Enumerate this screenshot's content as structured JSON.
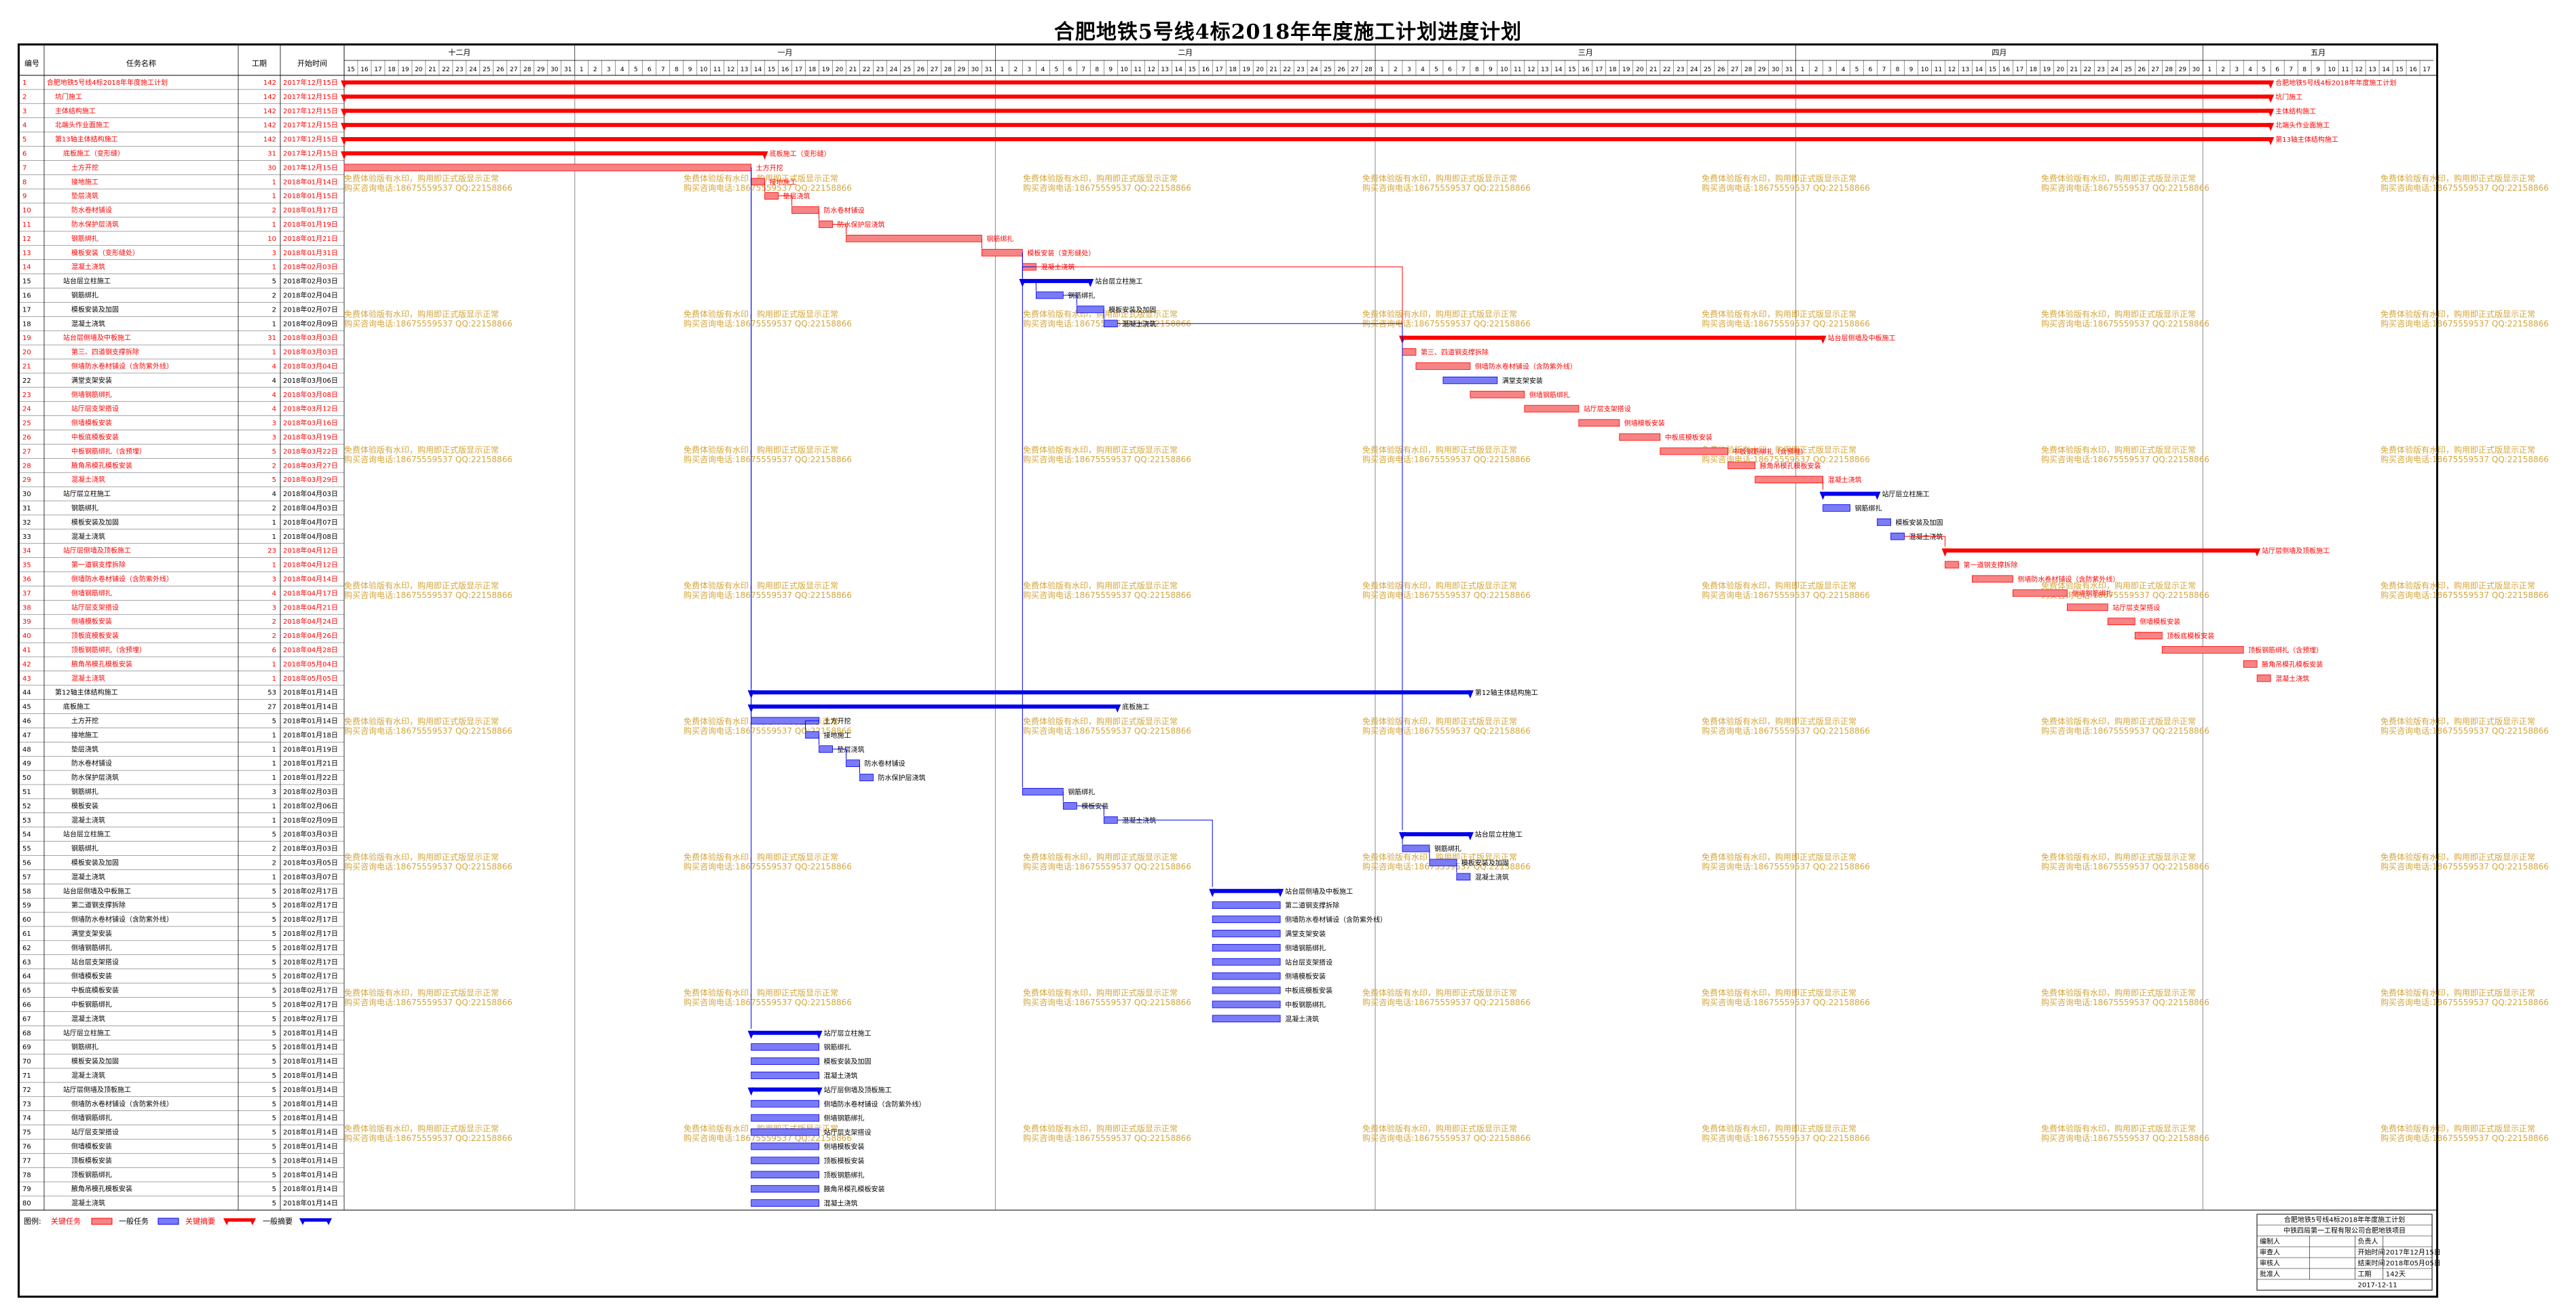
{
  "title": "合肥地铁5号线4标2018年年度施工计划进度计划",
  "columns": {
    "id": "编号",
    "name": "任务名称",
    "duration": "工期",
    "start": "开始时间"
  },
  "months": [
    {
      "label": "十二月",
      "days": [
        15,
        16,
        17,
        18,
        19,
        20,
        21,
        22,
        23,
        24,
        25,
        26,
        27,
        28,
        29,
        30,
        31
      ]
    },
    {
      "label": "一月",
      "days": [
        1,
        2,
        3,
        4,
        5,
        6,
        7,
        8,
        9,
        10,
        11,
        12,
        13,
        14,
        15,
        16,
        17,
        18,
        19,
        20,
        21,
        22,
        23,
        24,
        25,
        26,
        27,
        28,
        29,
        30,
        31
      ]
    },
    {
      "label": "二月",
      "days": [
        1,
        2,
        3,
        4,
        5,
        6,
        7,
        8,
        9,
        10,
        11,
        12,
        13,
        14,
        15,
        16,
        17,
        18,
        19,
        20,
        21,
        22,
        23,
        24,
        25,
        26,
        27,
        28
      ]
    },
    {
      "label": "三月",
      "days": [
        1,
        2,
        3,
        4,
        5,
        6,
        7,
        8,
        9,
        10,
        11,
        12,
        13,
        14,
        15,
        16,
        17,
        18,
        19,
        20,
        21,
        22,
        23,
        24,
        25,
        26,
        27,
        28,
        29,
        30,
        31
      ]
    },
    {
      "label": "四月",
      "days": [
        1,
        2,
        3,
        4,
        5,
        6,
        7,
        8,
        9,
        10,
        11,
        12,
        13,
        14,
        15,
        16,
        17,
        18,
        19,
        20,
        21,
        22,
        23,
        24,
        25,
        26,
        27,
        28,
        29,
        30
      ]
    },
    {
      "label": "五月",
      "days": [
        1,
        2,
        3,
        4,
        5,
        6,
        7,
        8,
        9,
        10,
        11,
        12,
        13,
        14,
        15,
        16,
        17
      ]
    }
  ],
  "tasks": [
    {
      "id": "1",
      "name": "合肥地铁5号线4标2018年年度施工计划",
      "dur": "142",
      "start": "2017年12月15日",
      "crit": true,
      "indent": 1
    },
    {
      "id": "2",
      "name": "坑门施工",
      "dur": "142",
      "start": "2017年12月15日",
      "crit": true,
      "indent": 2
    },
    {
      "id": "3",
      "name": "主体结构施工",
      "dur": "142",
      "start": "2017年12月15日",
      "crit": true,
      "indent": 2
    },
    {
      "id": "4",
      "name": "北端头作业面施工",
      "dur": "142",
      "start": "2017年12月15日",
      "crit": true,
      "indent": 2
    },
    {
      "id": "5",
      "name": "第13轴主体结构施工",
      "dur": "142",
      "start": "2017年12月15日",
      "crit": true,
      "indent": 2
    },
    {
      "id": "6",
      "name": "底板施工（变形缝）",
      "dur": "31",
      "start": "2017年12月15日",
      "crit": true,
      "indent": 3
    },
    {
      "id": "7",
      "name": "土方开挖",
      "dur": "30",
      "start": "2017年12月15日",
      "crit": true,
      "indent": 4
    },
    {
      "id": "8",
      "name": "接地施工",
      "dur": "1",
      "start": "2018年01月14日",
      "crit": true,
      "indent": 4
    },
    {
      "id": "9",
      "name": "垫层浇筑",
      "dur": "1",
      "start": "2018年01月15日",
      "crit": true,
      "indent": 4
    },
    {
      "id": "10",
      "name": "防水卷材铺设",
      "dur": "2",
      "start": "2018年01月17日",
      "crit": true,
      "indent": 4
    },
    {
      "id": "11",
      "name": "防水保护层浇筑",
      "dur": "1",
      "start": "2018年01月19日",
      "crit": true,
      "indent": 4
    },
    {
      "id": "12",
      "name": "钢筋绑扎",
      "dur": "10",
      "start": "2018年01月21日",
      "crit": true,
      "indent": 4
    },
    {
      "id": "13",
      "name": "模板安装（变形缝处）",
      "dur": "3",
      "start": "2018年01月31日",
      "crit": true,
      "indent": 4
    },
    {
      "id": "14",
      "name": "混凝土浇筑",
      "dur": "1",
      "start": "2018年02月03日",
      "crit": true,
      "indent": 4
    },
    {
      "id": "15",
      "name": "站台层立柱施工",
      "dur": "5",
      "start": "2018年02月03日",
      "crit": false,
      "indent": 3
    },
    {
      "id": "16",
      "name": "钢筋绑扎",
      "dur": "2",
      "start": "2018年02月04日",
      "crit": false,
      "indent": 4
    },
    {
      "id": "17",
      "name": "模板安装及加固",
      "dur": "2",
      "start": "2018年02月07日",
      "crit": false,
      "indent": 4
    },
    {
      "id": "18",
      "name": "混凝土浇筑",
      "dur": "1",
      "start": "2018年02月09日",
      "crit": false,
      "indent": 4
    },
    {
      "id": "19",
      "name": "站台层侧墙及中板施工",
      "dur": "31",
      "start": "2018年03月03日",
      "crit": true,
      "indent": 3
    },
    {
      "id": "20",
      "name": "第三、四道钢支撑拆除",
      "dur": "1",
      "start": "2018年03月03日",
      "crit": true,
      "indent": 4
    },
    {
      "id": "21",
      "name": "侧墙防水卷材铺设（含防紫外线）",
      "dur": "4",
      "start": "2018年03月04日",
      "crit": true,
      "indent": 4
    },
    {
      "id": "22",
      "name": "满堂支架安装",
      "dur": "4",
      "start": "2018年03月06日",
      "crit": false,
      "indent": 4
    },
    {
      "id": "23",
      "name": "侧墙钢筋绑扎",
      "dur": "4",
      "start": "2018年03月08日",
      "crit": true,
      "indent": 4
    },
    {
      "id": "24",
      "name": "站厅层支架搭设",
      "dur": "4",
      "start": "2018年03月12日",
      "crit": true,
      "indent": 4
    },
    {
      "id": "25",
      "name": "侧墙模板安装",
      "dur": "3",
      "start": "2018年03月16日",
      "crit": true,
      "indent": 4
    },
    {
      "id": "26",
      "name": "中板底模板安装",
      "dur": "3",
      "start": "2018年03月19日",
      "crit": true,
      "indent": 4
    },
    {
      "id": "27",
      "name": "中板钢筋绑扎（含预埋）",
      "dur": "5",
      "start": "2018年03月22日",
      "crit": true,
      "indent": 4
    },
    {
      "id": "28",
      "name": "腋角吊模孔模板安装",
      "dur": "2",
      "start": "2018年03月27日",
      "crit": true,
      "indent": 4
    },
    {
      "id": "29",
      "name": "混凝土浇筑",
      "dur": "5",
      "start": "2018年03月29日",
      "crit": true,
      "indent": 4
    },
    {
      "id": "30",
      "name": "站厅层立柱施工",
      "dur": "4",
      "start": "2018年04月03日",
      "crit": false,
      "indent": 3
    },
    {
      "id": "31",
      "name": "钢筋绑扎",
      "dur": "2",
      "start": "2018年04月03日",
      "crit": false,
      "indent": 4
    },
    {
      "id": "32",
      "name": "模板安装及加固",
      "dur": "1",
      "start": "2018年04月07日",
      "crit": false,
      "indent": 4
    },
    {
      "id": "33",
      "name": "混凝土浇筑",
      "dur": "1",
      "start": "2018年04月08日",
      "crit": false,
      "indent": 4
    },
    {
      "id": "34",
      "name": "站厅层侧墙及顶板施工",
      "dur": "23",
      "start": "2018年04月12日",
      "crit": true,
      "indent": 3
    },
    {
      "id": "35",
      "name": "第一道钢支撑拆除",
      "dur": "1",
      "start": "2018年04月12日",
      "crit": true,
      "indent": 4
    },
    {
      "id": "36",
      "name": "侧墙防水卷材铺设（含防紫外线）",
      "dur": "3",
      "start": "2018年04月14日",
      "crit": true,
      "indent": 4
    },
    {
      "id": "37",
      "name": "侧墙钢筋绑扎",
      "dur": "4",
      "start": "2018年04月17日",
      "crit": true,
      "indent": 4
    },
    {
      "id": "38",
      "name": "站厅层支架搭设",
      "dur": "3",
      "start": "2018年04月21日",
      "crit": true,
      "indent": 4
    },
    {
      "id": "39",
      "name": "侧墙模板安装",
      "dur": "2",
      "start": "2018年04月24日",
      "crit": true,
      "indent": 4
    },
    {
      "id": "40",
      "name": "顶板底模板安装",
      "dur": "2",
      "start": "2018年04月26日",
      "crit": true,
      "indent": 4
    },
    {
      "id": "41",
      "name": "顶板钢筋绑扎（含预埋）",
      "dur": "6",
      "start": "2018年04月28日",
      "crit": true,
      "indent": 4
    },
    {
      "id": "42",
      "name": "腋角吊模孔模板安装",
      "dur": "1",
      "start": "2018年05月04日",
      "crit": true,
      "indent": 4
    },
    {
      "id": "43",
      "name": "混凝土浇筑",
      "dur": "1",
      "start": "2018年05月05日",
      "crit": true,
      "indent": 4
    },
    {
      "id": "44",
      "name": "第12轴主体结构施工",
      "dur": "53",
      "start": "2018年01月14日",
      "crit": false,
      "indent": 2
    },
    {
      "id": "45",
      "name": "底板施工",
      "dur": "27",
      "start": "2018年01月14日",
      "crit": false,
      "indent": 3
    },
    {
      "id": "46",
      "name": "土方开挖",
      "dur": "5",
      "start": "2018年01月14日",
      "crit": false,
      "indent": 4
    },
    {
      "id": "47",
      "name": "接地施工",
      "dur": "1",
      "start": "2018年01月18日",
      "crit": false,
      "indent": 4
    },
    {
      "id": "48",
      "name": "垫层浇筑",
      "dur": "1",
      "start": "2018年01月19日",
      "crit": false,
      "indent": 4
    },
    {
      "id": "49",
      "name": "防水卷材铺设",
      "dur": "1",
      "start": "2018年01月21日",
      "crit": false,
      "indent": 4
    },
    {
      "id": "50",
      "name": "防水保护层浇筑",
      "dur": "1",
      "start": "2018年01月22日",
      "crit": false,
      "indent": 4
    },
    {
      "id": "51",
      "name": "钢筋绑扎",
      "dur": "3",
      "start": "2018年02月03日",
      "crit": false,
      "indent": 4
    },
    {
      "id": "52",
      "name": "模板安装",
      "dur": "1",
      "start": "2018年02月06日",
      "crit": false,
      "indent": 4
    },
    {
      "id": "53",
      "name": "混凝土浇筑",
      "dur": "1",
      "start": "2018年02月09日",
      "crit": false,
      "indent": 4
    },
    {
      "id": "54",
      "name": "站台层立柱施工",
      "dur": "5",
      "start": "2018年03月03日",
      "crit": false,
      "indent": 3
    },
    {
      "id": "55",
      "name": "钢筋绑扎",
      "dur": "2",
      "start": "2018年03月03日",
      "crit": false,
      "indent": 4
    },
    {
      "id": "56",
      "name": "模板安装及加固",
      "dur": "2",
      "start": "2018年03月05日",
      "crit": false,
      "indent": 4
    },
    {
      "id": "57",
      "name": "混凝土浇筑",
      "dur": "1",
      "start": "2018年03月07日",
      "crit": false,
      "indent": 4
    },
    {
      "id": "58",
      "name": "站台层侧墙及中板施工",
      "dur": "5",
      "start": "2018年02月17日",
      "crit": false,
      "indent": 3
    },
    {
      "id": "59",
      "name": "第二道钢支撑拆除",
      "dur": "5",
      "start": "2018年02月17日",
      "crit": false,
      "indent": 4
    },
    {
      "id": "60",
      "name": "侧墙防水卷材铺设（含防紫外线）",
      "dur": "5",
      "start": "2018年02月17日",
      "crit": false,
      "indent": 4
    },
    {
      "id": "61",
      "name": "满堂支架安装",
      "dur": "5",
      "start": "2018年02月17日",
      "crit": false,
      "indent": 4
    },
    {
      "id": "62",
      "name": "侧墙钢筋绑扎",
      "dur": "5",
      "start": "2018年02月17日",
      "crit": false,
      "indent": 4
    },
    {
      "id": "63",
      "name": "站台层支架搭设",
      "dur": "5",
      "start": "2018年02月17日",
      "crit": false,
      "indent": 4
    },
    {
      "id": "64",
      "name": "侧墙模板安装",
      "dur": "5",
      "start": "2018年02月17日",
      "crit": false,
      "indent": 4
    },
    {
      "id": "65",
      "name": "中板底模板安装",
      "dur": "5",
      "start": "2018年02月17日",
      "crit": false,
      "indent": 4
    },
    {
      "id": "66",
      "name": "中板钢筋绑扎",
      "dur": "5",
      "start": "2018年02月17日",
      "crit": false,
      "indent": 4
    },
    {
      "id": "67",
      "name": "混凝土浇筑",
      "dur": "5",
      "start": "2018年02月17日",
      "crit": false,
      "indent": 4
    },
    {
      "id": "68",
      "name": "站厅层立柱施工",
      "dur": "5",
      "start": "2018年01月14日",
      "crit": false,
      "indent": 3
    },
    {
      "id": "69",
      "name": "钢筋绑扎",
      "dur": "5",
      "start": "2018年01月14日",
      "crit": false,
      "indent": 4
    },
    {
      "id": "70",
      "name": "模板安装及加固",
      "dur": "5",
      "start": "2018年01月14日",
      "crit": false,
      "indent": 4
    },
    {
      "id": "71",
      "name": "混凝土浇筑",
      "dur": "5",
      "start": "2018年01月14日",
      "crit": false,
      "indent": 4
    },
    {
      "id": "72",
      "name": "站厅层侧墙及顶板施工",
      "dur": "5",
      "start": "2018年01月14日",
      "crit": false,
      "indent": 3
    },
    {
      "id": "73",
      "name": "侧墙防水卷材铺设（含防紫外线）",
      "dur": "5",
      "start": "2018年01月14日",
      "crit": false,
      "indent": 4
    },
    {
      "id": "74",
      "name": "侧墙钢筋绑扎",
      "dur": "5",
      "start": "2018年01月14日",
      "crit": false,
      "indent": 4
    },
    {
      "id": "75",
      "name": "站厅层支架搭设",
      "dur": "5",
      "start": "2018年01月14日",
      "crit": false,
      "indent": 4
    },
    {
      "id": "76",
      "name": "侧墙模板安装",
      "dur": "5",
      "start": "2018年01月14日",
      "crit": false,
      "indent": 4
    },
    {
      "id": "77",
      "name": "顶板模板安装",
      "dur": "5",
      "start": "2018年01月14日",
      "crit": false,
      "indent": 4
    },
    {
      "id": "78",
      "name": "顶板钢筋绑扎",
      "dur": "5",
      "start": "2018年01月14日",
      "crit": false,
      "indent": 4
    },
    {
      "id": "79",
      "name": "腋角吊模孔模板安装",
      "dur": "5",
      "start": "2018年01月14日",
      "crit": false,
      "indent": 4
    },
    {
      "id": "80",
      "name": "混凝土浇筑",
      "dur": "5",
      "start": "2018年01月14日",
      "crit": false,
      "indent": 4
    }
  ],
  "watermark": [
    "免费体验版有水印，购用即正式版显示正常",
    "购买咨询电话:18675559537 QQ:22158866"
  ],
  "legend": {
    "title": "图例:",
    "items": [
      "关键任务",
      "一般任务",
      "关键摘要",
      "一般摘要"
    ]
  },
  "info_box": {
    "title": "合肥地铁5号线4标2018年年度施工计划",
    "subtitle": "中铁四局第一工程有限公司合肥地铁项目",
    "rows": [
      [
        "编制人",
        "",
        "负责人",
        ""
      ],
      [
        "审查人",
        "",
        "开始时间",
        "2017年12月15日"
      ],
      [
        "审核人",
        "",
        "结束时间",
        "2018年05月05日"
      ],
      [
        "批准人",
        "",
        "工期",
        "142天"
      ]
    ],
    "date": "2017-12-11"
  },
  "colors": {
    "critical": "#ff0000",
    "critical_bar": "#f78484",
    "normal": "#0000ee",
    "normal_bar": "#7b7bf7",
    "watermark": "#d4a63c",
    "grid": "#c8c8c8"
  }
}
